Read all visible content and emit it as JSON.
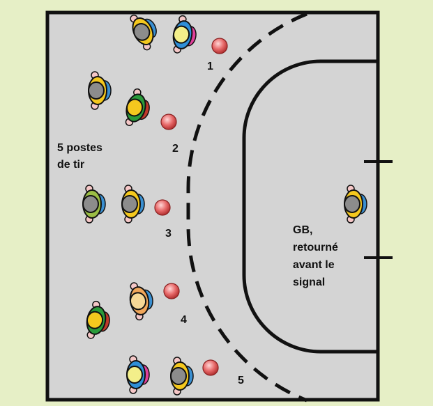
{
  "colors": {
    "background": "#e6efc6",
    "court": "#d4d4d4",
    "lines": "#111111",
    "ball": "#e05a5a"
  },
  "labels": {
    "stations_line1": "5 postes",
    "stations_line2": "de tir",
    "goalkeeper_line1": "GB,",
    "goalkeeper_line2": "retourné",
    "goalkeeper_line3": "avant le",
    "goalkeeper_line4": "signal"
  },
  "stations": [
    {
      "number": "1"
    },
    {
      "number": "2"
    },
    {
      "number": "3"
    },
    {
      "number": "4"
    },
    {
      "number": "5"
    }
  ],
  "icons": [
    "player-icon",
    "ball-icon",
    "goalkeeper-icon"
  ]
}
